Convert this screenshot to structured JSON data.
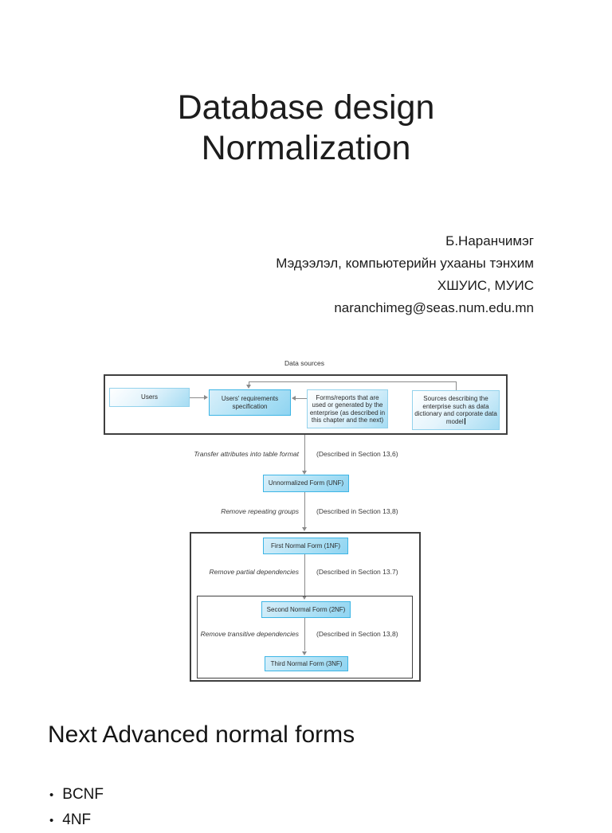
{
  "slide": {
    "title_line1": "Database design",
    "title_line2": "Normalization",
    "author": {
      "name": "Б.Наранчимэг",
      "department": "Мэдээлэл, компьютерийн ухааны тэнхим",
      "university": "ХШУИС, МУИС",
      "email": "naranchimeg@seas.num.edu.mn"
    }
  },
  "diagram": {
    "data_sources_label": "Data sources",
    "boxes": {
      "users": "Users",
      "users_requirements": "Users' requirements specification",
      "forms_reports": "Forms/reports that are used or generated by the enterprise (as described in this chapter and the next)",
      "sources_describing": "Sources describing the enterprise such as data dictionary and corporate data model"
    },
    "forms": {
      "unf": "Unnormalized Form (UNF)",
      "first_nf": "First Normal Form (1NF)",
      "second_nf": "Second Normal Form (2NF)",
      "third_nf": "Third Normal Form (3NF)"
    },
    "steps": [
      {
        "action": "Transfer attributes into table format",
        "section": "(Described in Section 13,6)"
      },
      {
        "action": "Remove repeating groups",
        "section": "(Described in Section 13,8)"
      },
      {
        "action": "Remove partial dependencies",
        "section": "(Described in Section 13.7)"
      },
      {
        "action": "Remove transitive dependencies",
        "section": "(Described in Section 13,8)"
      }
    ]
  },
  "next_section": {
    "heading": "Next Advanced normal forms",
    "bullet_glyph": "•",
    "bullets": [
      "BCNF",
      "4NF"
    ]
  },
  "colors": {
    "box_border_cyan": "#3db5e5",
    "box_border_light": "#93d2ec",
    "box_fill_light": "#e4f4fc",
    "box_fill_blue": "#8fd4f1",
    "container_border": "#3f3f3f",
    "arrow_gray": "#8a8a8a",
    "text_dark": "#1c1c1c"
  }
}
